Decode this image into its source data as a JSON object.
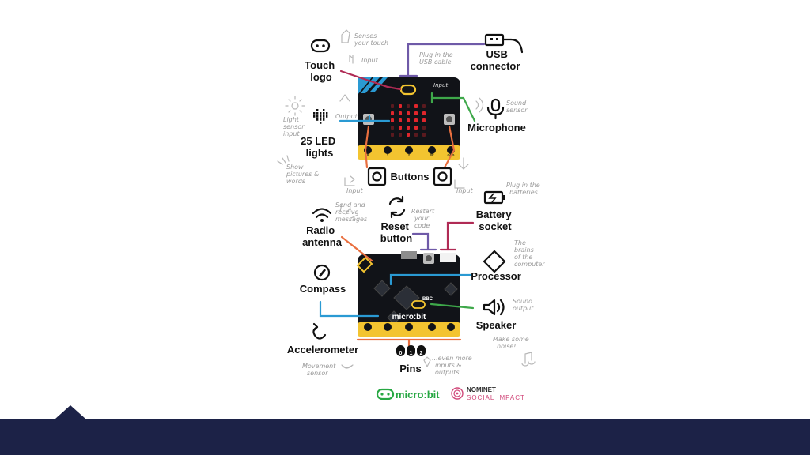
{
  "labels": {
    "touch_logo": [
      "Touch",
      "logo"
    ],
    "usb_connector": [
      "USB",
      "connector"
    ],
    "led_lights": [
      "25 LED",
      "lights"
    ],
    "microphone": "Microphone",
    "buttons": "Buttons",
    "radio_antenna": [
      "Radio",
      "antenna"
    ],
    "reset_button": [
      "Reset",
      "button"
    ],
    "battery_socket": [
      "Battery",
      "socket"
    ],
    "processor": "Processor",
    "compass": "Compass",
    "speaker": "Speaker",
    "accelerometer": "Accelerometer",
    "pins": "Pins"
  },
  "notes": {
    "senses_touch": [
      "Senses",
      "your touch"
    ],
    "input_touch": "Input",
    "plug_usb": [
      "Plug in the",
      "USB cable"
    ],
    "board_input": "Input",
    "sound_sensor": [
      "Sound",
      "sensor"
    ],
    "light_sensor": [
      "Light",
      "sensor",
      "input"
    ],
    "output_led": "Output",
    "show_pictures": [
      "Show",
      "pictures &",
      "words"
    ],
    "input_left": "Input",
    "input_right": "Input",
    "send_receive": [
      "Send and",
      "receive",
      "messages"
    ],
    "restart_code": [
      "Restart",
      "your",
      "code"
    ],
    "plug_battery": [
      "Plug in the",
      "batteries"
    ],
    "brains": [
      "The",
      "brains",
      "of the",
      "computer"
    ],
    "sound_output": [
      "Sound",
      "output"
    ],
    "make_noise": [
      "Make some",
      "noise!"
    ],
    "movement_sensor": [
      "Movement",
      "sensor"
    ],
    "more_io": [
      "...even more",
      "inputs &",
      "outputs"
    ]
  },
  "board": {
    "front_pin_labels": [
      "0",
      "1",
      "2",
      "3V",
      "GND"
    ],
    "back_brand": "micro:bit",
    "bbc": "BBC"
  },
  "pins_icon": [
    "0",
    "1",
    "2"
  ],
  "footer": {
    "microbit_logo": "micro:bit",
    "nominet": "NOMINET",
    "social_impact": "SOCIAL IMPACT"
  },
  "colors": {
    "pcb": "#111318",
    "gold": "#f3c430",
    "led_red": "#e0262c",
    "purple_line": "#6f5aa8",
    "teal_line": "#2a9ad3",
    "green_line": "#3ea84a",
    "crimson_line": "#b02b55",
    "orange_line": "#e96f3f",
    "microbit_green": "#27a843",
    "nominet_pink": "#d1487a",
    "footer_navy": "#1c2247"
  }
}
